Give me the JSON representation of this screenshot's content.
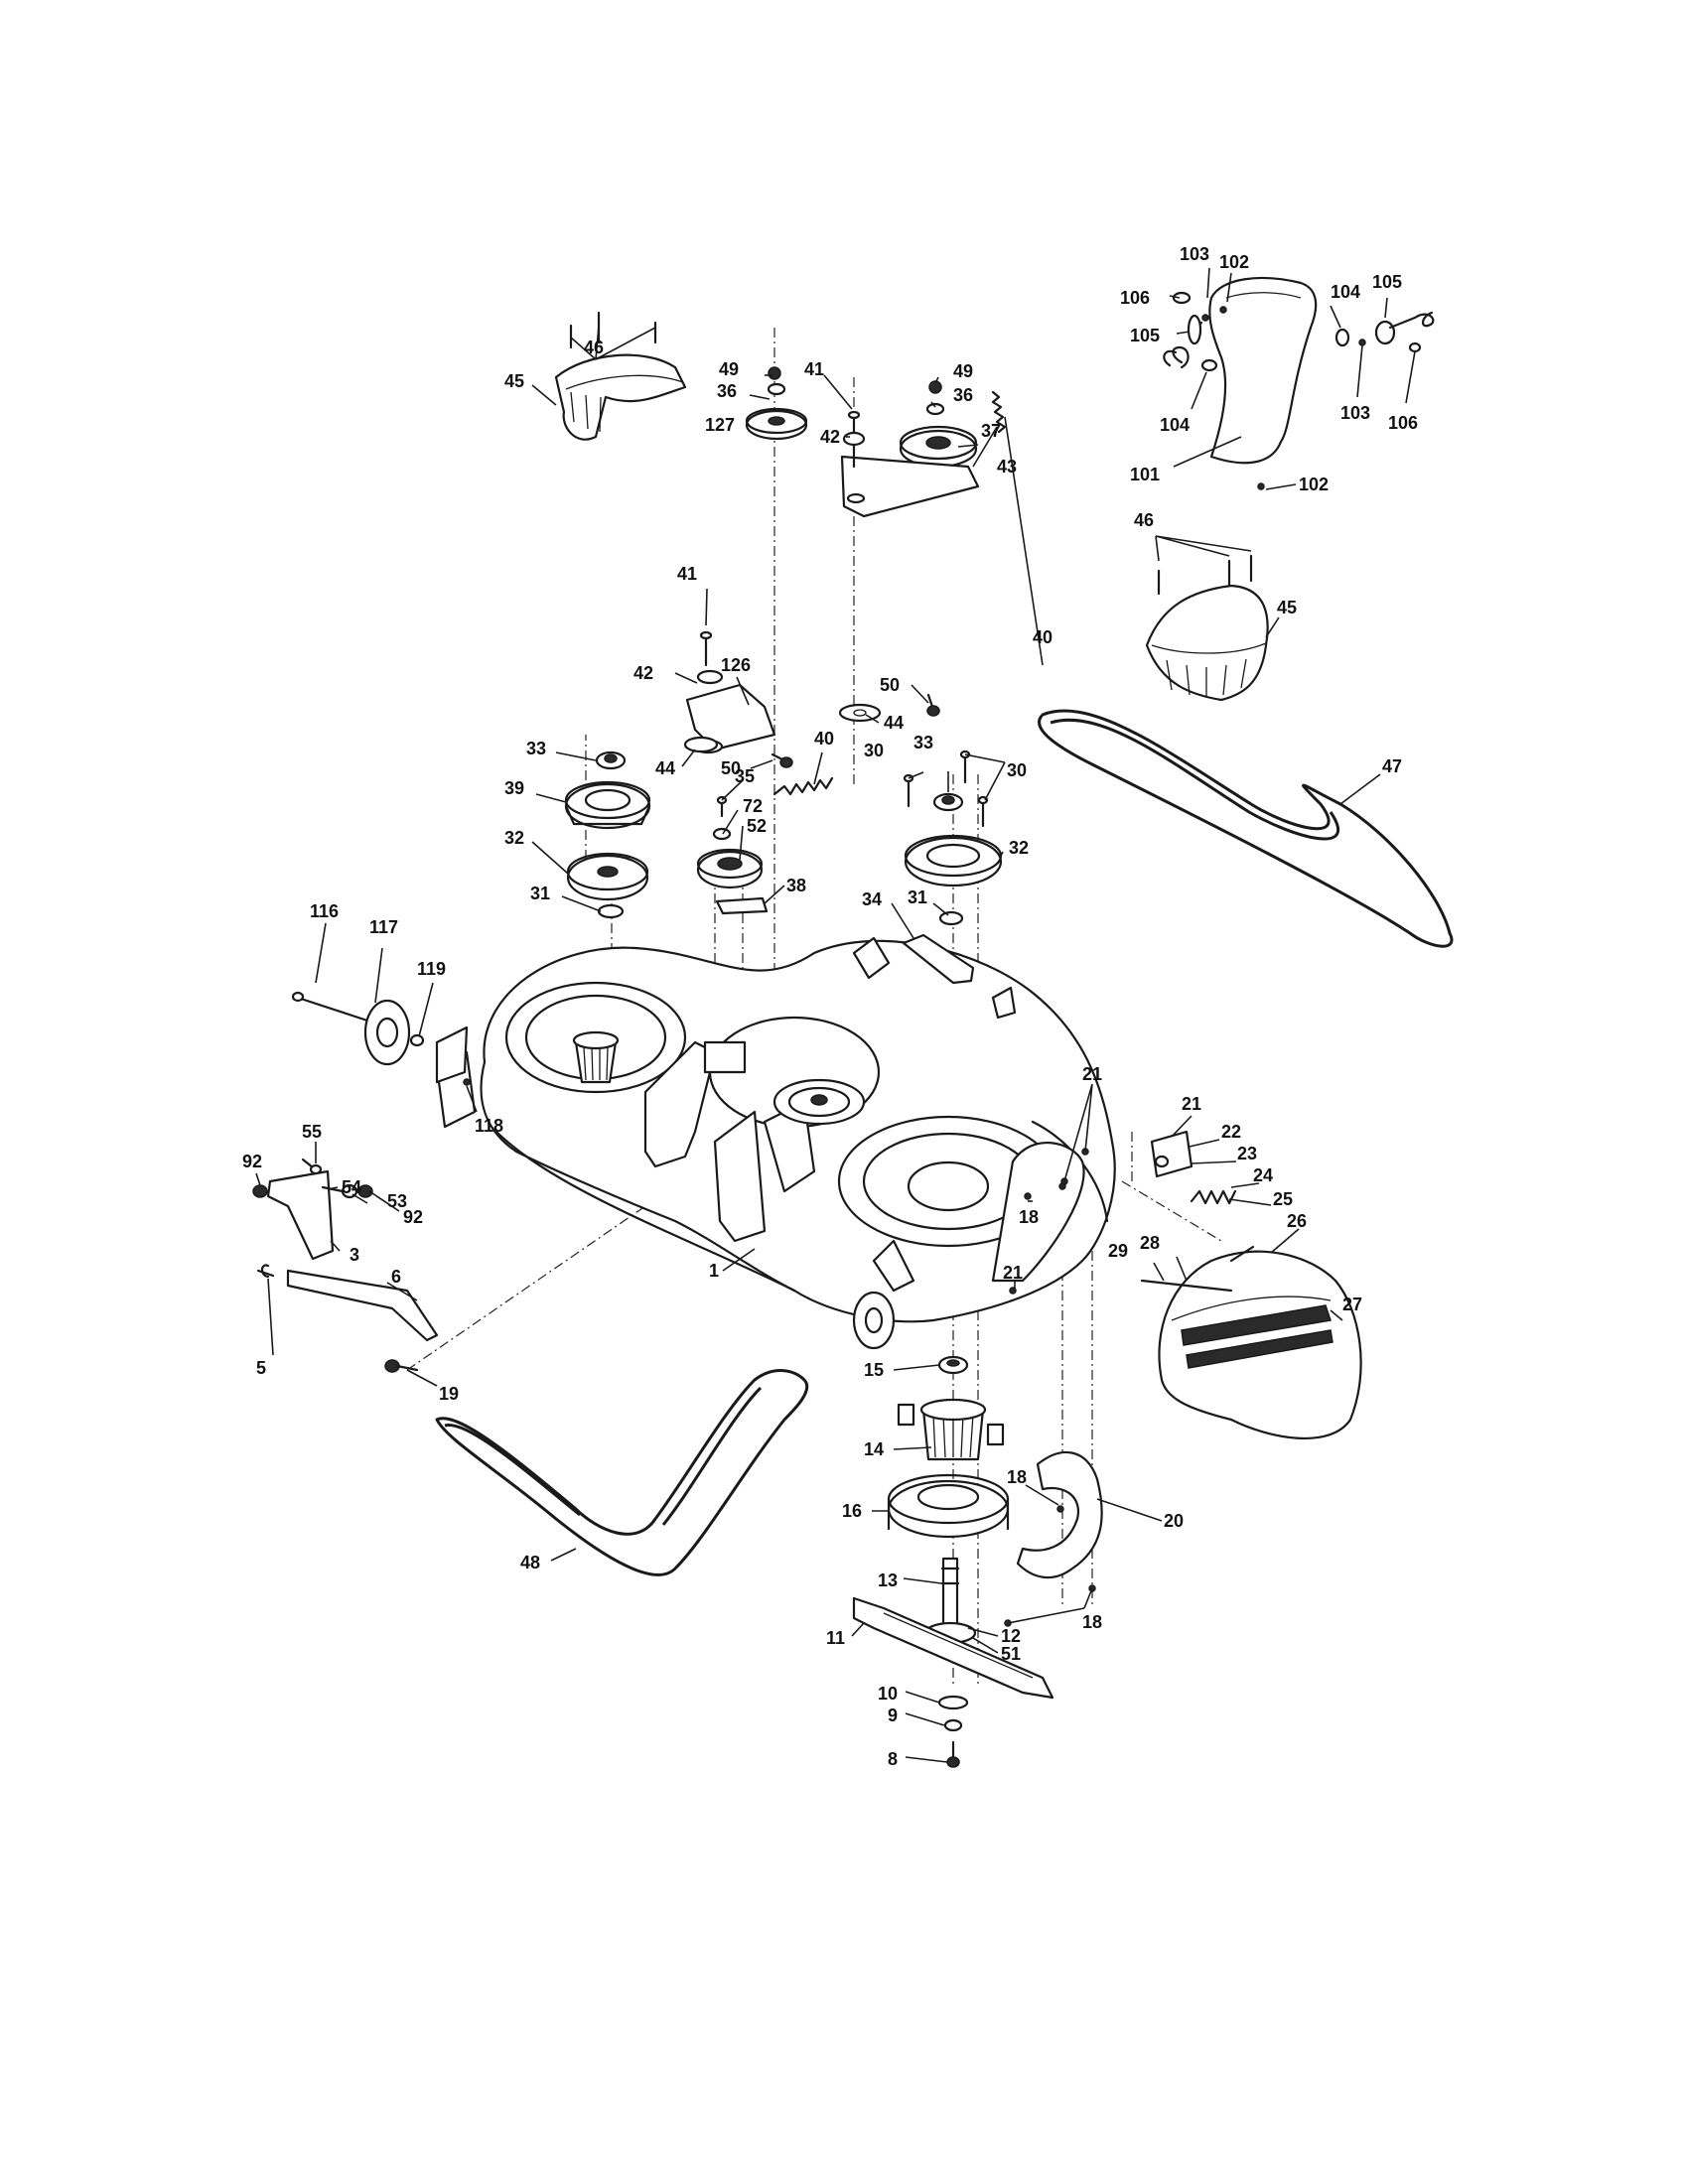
{
  "callouts": [
    {
      "id": "c103a",
      "text": "103"
    },
    {
      "id": "c102a",
      "text": "102"
    },
    {
      "id": "c104a",
      "text": "104"
    },
    {
      "id": "c105a",
      "text": "105"
    },
    {
      "id": "c106a",
      "text": "106"
    },
    {
      "id": "c105b",
      "text": "105"
    },
    {
      "id": "c104b",
      "text": "104"
    },
    {
      "id": "c103b",
      "text": "103"
    },
    {
      "id": "c106b",
      "text": "106"
    },
    {
      "id": "c101",
      "text": "101"
    },
    {
      "id": "c102b",
      "text": "102"
    },
    {
      "id": "c46a",
      "text": "46"
    },
    {
      "id": "c49a",
      "text": "49"
    },
    {
      "id": "c36a",
      "text": "36"
    },
    {
      "id": "c127",
      "text": "127"
    },
    {
      "id": "c41a",
      "text": "41"
    },
    {
      "id": "c42a",
      "text": "42"
    },
    {
      "id": "c49b",
      "text": "49"
    },
    {
      "id": "c36b",
      "text": "36"
    },
    {
      "id": "c37",
      "text": "37"
    },
    {
      "id": "c43",
      "text": "43"
    },
    {
      "id": "c46b",
      "text": "46"
    },
    {
      "id": "c45a",
      "text": "45"
    },
    {
      "id": "c41b",
      "text": "41"
    },
    {
      "id": "c42b",
      "text": "42"
    },
    {
      "id": "c126",
      "text": "126"
    },
    {
      "id": "c50a",
      "text": "50"
    },
    {
      "id": "c44a",
      "text": "44"
    },
    {
      "id": "c40a",
      "text": "40"
    },
    {
      "id": "c45b",
      "text": "45"
    },
    {
      "id": "c33a",
      "text": "33"
    },
    {
      "id": "c44b",
      "text": "44"
    },
    {
      "id": "c50b",
      "text": "50"
    },
    {
      "id": "c40b",
      "text": "40"
    },
    {
      "id": "c30a",
      "text": "30"
    },
    {
      "id": "c33b",
      "text": "33"
    },
    {
      "id": "c30b",
      "text": "30"
    },
    {
      "id": "c47",
      "text": "47"
    },
    {
      "id": "c39",
      "text": "39"
    },
    {
      "id": "c35",
      "text": "35"
    },
    {
      "id": "c72",
      "text": "72"
    },
    {
      "id": "c52",
      "text": "52"
    },
    {
      "id": "c32a",
      "text": "32"
    },
    {
      "id": "c32b",
      "text": "32"
    },
    {
      "id": "c31a",
      "text": "31"
    },
    {
      "id": "c38",
      "text": "38"
    },
    {
      "id": "c34",
      "text": "34"
    },
    {
      "id": "c31b",
      "text": "31"
    },
    {
      "id": "c116",
      "text": "116"
    },
    {
      "id": "c117",
      "text": "117"
    },
    {
      "id": "c119",
      "text": "119"
    },
    {
      "id": "c118",
      "text": "118"
    },
    {
      "id": "c21a",
      "text": "21"
    },
    {
      "id": "c55",
      "text": "55"
    },
    {
      "id": "c92a",
      "text": "92"
    },
    {
      "id": "c54",
      "text": "54"
    },
    {
      "id": "c53",
      "text": "53"
    },
    {
      "id": "c92b",
      "text": "92"
    },
    {
      "id": "c3",
      "text": "3"
    },
    {
      "id": "c21b",
      "text": "21"
    },
    {
      "id": "c22",
      "text": "22"
    },
    {
      "id": "c23",
      "text": "23"
    },
    {
      "id": "c24",
      "text": "24"
    },
    {
      "id": "c25",
      "text": "25"
    },
    {
      "id": "c18a",
      "text": "18"
    },
    {
      "id": "c26",
      "text": "26"
    },
    {
      "id": "c21c",
      "text": "21"
    },
    {
      "id": "c29",
      "text": "29"
    },
    {
      "id": "c28",
      "text": "28"
    },
    {
      "id": "c27",
      "text": "27"
    },
    {
      "id": "c1",
      "text": "1"
    },
    {
      "id": "c6",
      "text": "6"
    },
    {
      "id": "c5",
      "text": "5"
    },
    {
      "id": "c15",
      "text": "15"
    },
    {
      "id": "c19",
      "text": "19"
    },
    {
      "id": "c14",
      "text": "14"
    },
    {
      "id": "c18b",
      "text": "18"
    },
    {
      "id": "c16",
      "text": "16"
    },
    {
      "id": "c20",
      "text": "20"
    },
    {
      "id": "c48",
      "text": "48"
    },
    {
      "id": "c13",
      "text": "13"
    },
    {
      "id": "c18c",
      "text": "18"
    },
    {
      "id": "c11",
      "text": "11"
    },
    {
      "id": "c12",
      "text": "12"
    },
    {
      "id": "c51",
      "text": "51"
    },
    {
      "id": "c10",
      "text": "10"
    },
    {
      "id": "c9",
      "text": "9"
    },
    {
      "id": "c8",
      "text": "8"
    }
  ]
}
